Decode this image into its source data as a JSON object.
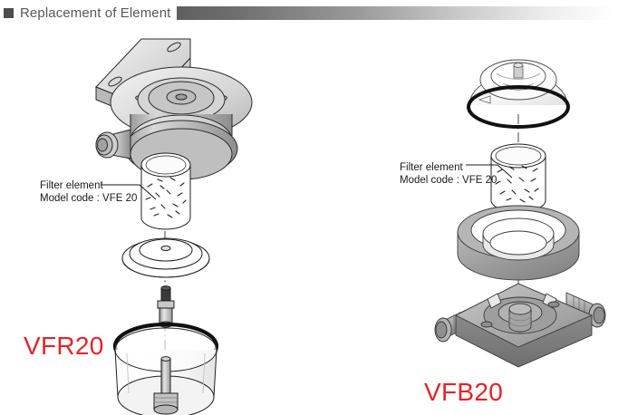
{
  "header": {
    "bullet_icon": "square-bullet-icon",
    "title": "Replacement of Element",
    "gradient_from": "#5f5f5f",
    "gradient_to": "#ffffff",
    "title_color": "#58585a"
  },
  "figures": [
    {
      "id": "vfr20",
      "model_label": "VFR20",
      "model_label_color": "#e2232a",
      "callout": {
        "line1": "Filter element",
        "line2": "Model code : VFE 20"
      },
      "parts": [
        "regulator-body-with-bracket",
        "filter-element-cartridge",
        "baffle-deflector-plate",
        "drain-valve-stem",
        "transparent-bowl-with-o-ring"
      ]
    },
    {
      "id": "vfb20",
      "model_label": "VFB20",
      "model_label_color": "#e2232a",
      "callout": {
        "line1": "Filter element",
        "line2": "Model code : VFE 20"
      },
      "parts": [
        "top-cap-with-o-ring",
        "filter-element-cartridge",
        "retaining-seat-ring",
        "manifold-base-block-with-ports"
      ]
    }
  ]
}
